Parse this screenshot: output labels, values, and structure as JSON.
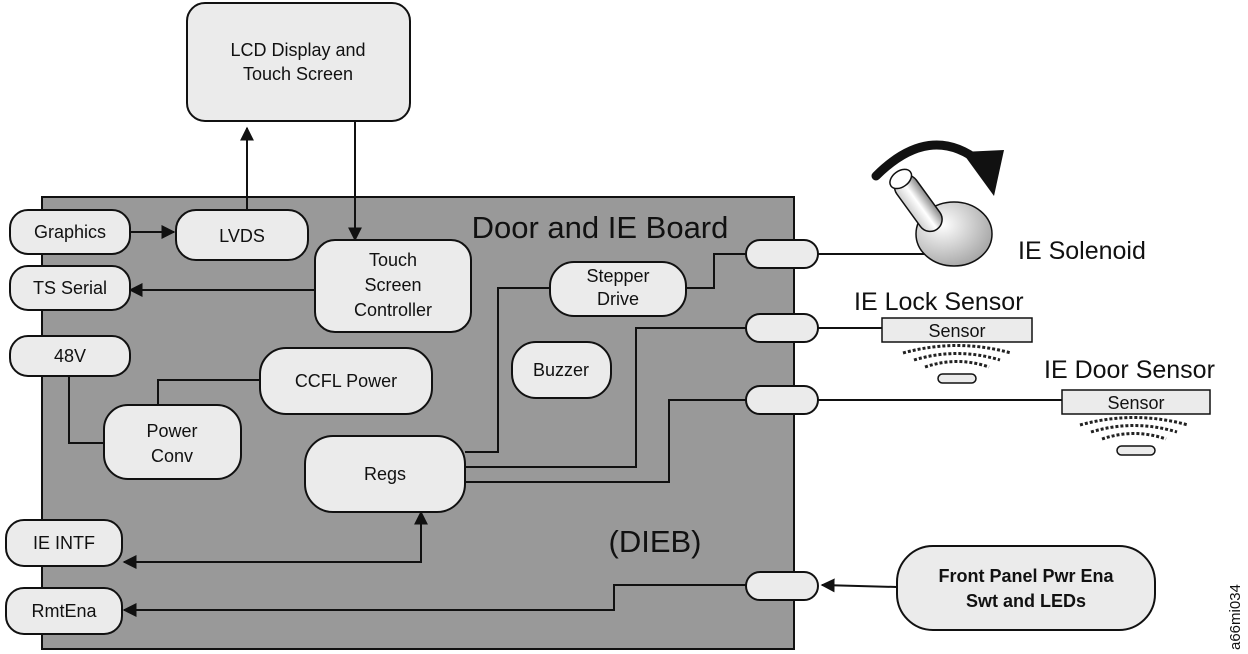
{
  "board": {
    "title": "Door and IE Board",
    "abbrev": "(DIEB)"
  },
  "blocks": {
    "lcd": [
      "LCD Display and",
      "Touch Screen"
    ],
    "lvds": "LVDS",
    "graphics": "Graphics",
    "ts_serial": "TS Serial",
    "v48": "48V",
    "tsc": [
      "Touch",
      "Screen",
      "Controller"
    ],
    "stepper": [
      "Stepper",
      "Drive"
    ],
    "buzzer": "Buzzer",
    "ccfl": "CCFL Power",
    "power_conv": [
      "Power",
      "Conv"
    ],
    "regs": "Regs",
    "ie_intf": "IE INTF",
    "rmtena": "RmtEna",
    "front_panel": [
      "Front Panel Pwr Ena",
      "Swt and LEDs"
    ]
  },
  "external": {
    "ie_solenoid": "IE Solenoid",
    "ie_lock_sensor": "IE Lock Sensor",
    "ie_door_sensor": "IE Door Sensor",
    "sensor_label": "Sensor"
  },
  "figure_id": "a66mi034",
  "colors": {
    "board_fill": "#999999",
    "block_fill": "#ebebeb",
    "stroke": "#111111"
  }
}
